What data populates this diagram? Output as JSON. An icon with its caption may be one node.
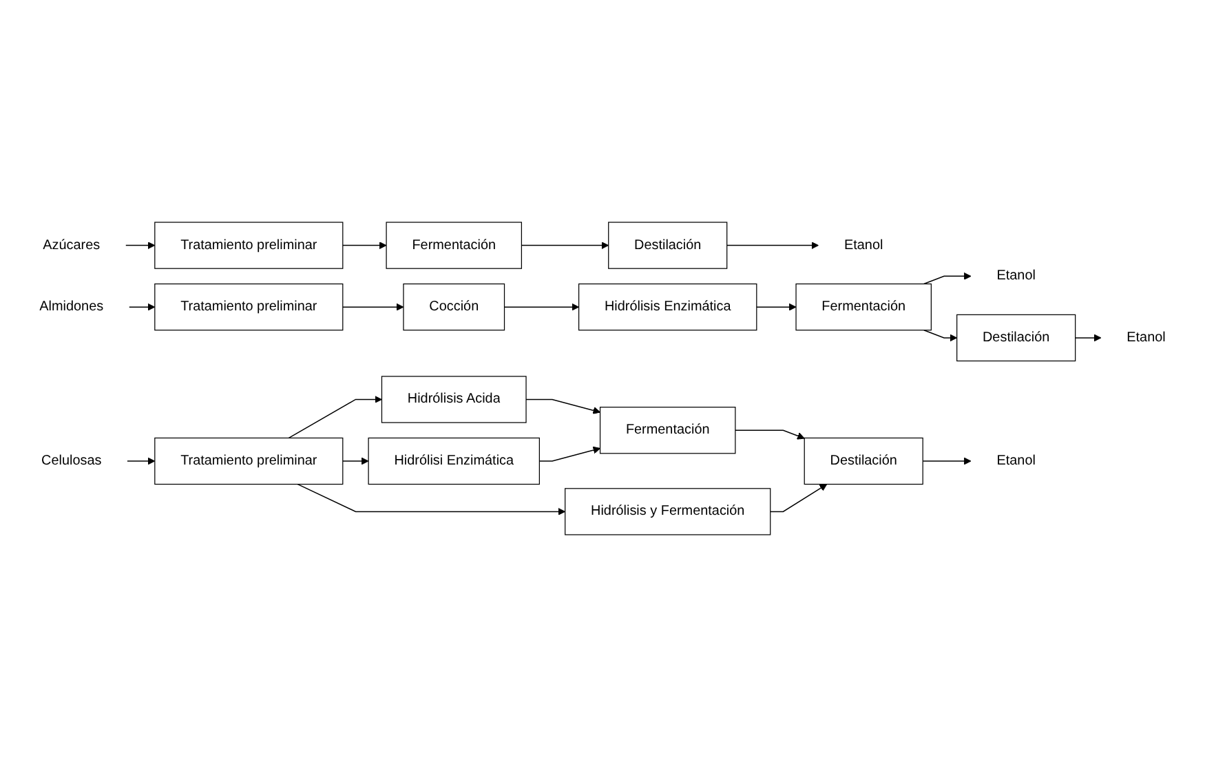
{
  "diagram": {
    "nodes": [
      {
        "text": [
          "Azúcares"
        ]
      },
      {
        "text": [
          "Tratamiento preliminar"
        ]
      },
      {
        "text": [
          "Fermentación"
        ]
      },
      {
        "text": [
          "Destilación"
        ]
      },
      {
        "text": [
          "Etanol"
        ]
      },
      {
        "text": [
          "Almidones"
        ]
      },
      {
        "text": [
          "Tratamiento preliminar"
        ]
      },
      {
        "text": [
          "Cocción"
        ]
      },
      {
        "text": [
          "Hidrólisis Enzimática"
        ]
      },
      {
        "text": [
          "Fermentación"
        ]
      },
      {
        "text": [
          "Etanol"
        ]
      },
      {
        "text": [
          "Destilación"
        ]
      },
      {
        "text": [
          "Etanol"
        ]
      },
      {
        "text": [
          "Celulosas"
        ]
      },
      {
        "text": [
          "Tratamiento preliminar"
        ]
      },
      {
        "text": [
          "Hidrólisis Acida"
        ]
      },
      {
        "text": [
          "Hidrólisi Enzimática"
        ]
      },
      {
        "text": [
          "Hidrólisis y Fermentación"
        ]
      },
      {
        "text": [
          "Fermentación"
        ]
      },
      {
        "text": [
          "Destilación"
        ]
      },
      {
        "text": [
          "Etanol"
        ]
      }
    ],
    "edges": [
      {
        "from": 0,
        "to": 1,
        "arrow": "to"
      },
      {
        "from": 1,
        "to": 2,
        "arrow": "to"
      },
      {
        "from": 2,
        "to": 3,
        "arrow": "to"
      },
      {
        "from": 3,
        "to": 4,
        "arrow": "to"
      },
      {
        "from": 5,
        "to": 6,
        "arrow": "to"
      },
      {
        "from": 6,
        "to": 7,
        "arrow": "to"
      },
      {
        "from": 7,
        "to": 8,
        "arrow": "to"
      },
      {
        "from": 8,
        "to": 9,
        "arrow": "to"
      },
      {
        "from": 9,
        "to": 10,
        "arrow": "to"
      },
      {
        "from": 9,
        "to": 11,
        "arrow": "to"
      },
      {
        "from": 11,
        "to": 12,
        "arrow": "to"
      },
      {
        "from": 13,
        "to": 14,
        "arrow": "to"
      },
      {
        "from": 14,
        "to": 15,
        "arrow": "to"
      },
      {
        "from": 14,
        "to": 16,
        "arrow": "to"
      },
      {
        "from": 14,
        "to": 17,
        "arrow": "to"
      },
      {
        "from": 15,
        "to": 18,
        "arrow": "to"
      },
      {
        "from": 16,
        "to": 18,
        "arrow": "to"
      },
      {
        "from": 18,
        "to": 19,
        "arrow": "to"
      },
      {
        "from": 17,
        "to": 19,
        "arrow": "to"
      },
      {
        "from": 19,
        "to": 20,
        "arrow": "to"
      }
    ]
  }
}
